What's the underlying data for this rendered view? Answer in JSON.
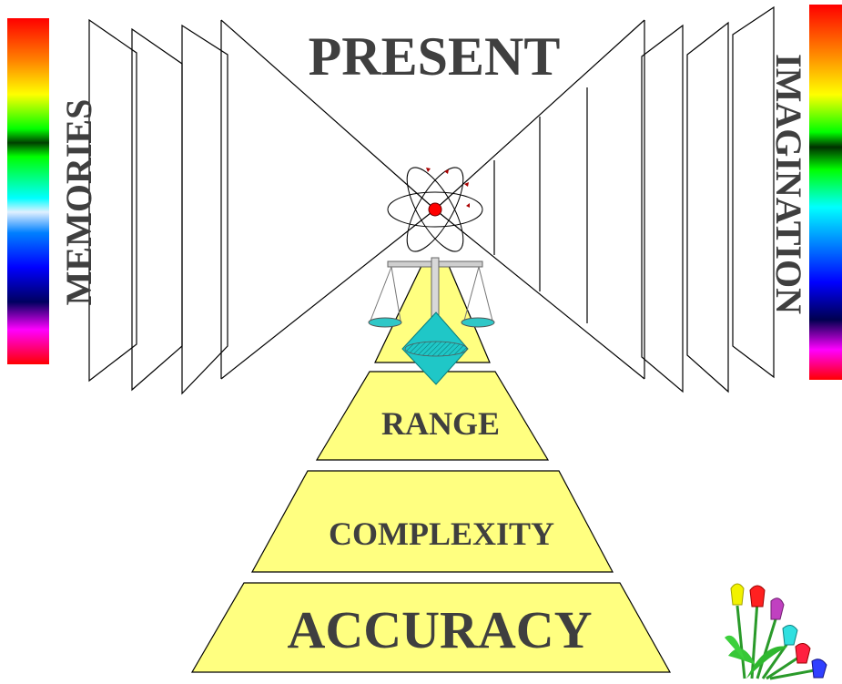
{
  "labels": {
    "present": "PRESENT",
    "memories": "MEMORIES",
    "imagination": "IMAGINATION"
  },
  "pyramid": {
    "range": "RANGE",
    "complexity": "COMPLEXITY",
    "accuracy": "ACCURACY"
  },
  "colors": {
    "pyramid_fill": "#ffff80",
    "text": "#3f3f3f",
    "diamond": "#1fc7c7",
    "nucleus": "#ff0000",
    "spectrum": [
      "#ff0000",
      "#ff8000",
      "#ffff00",
      "#00ff00",
      "#004000",
      "#00ffff",
      "#0080ff",
      "#0000ff",
      "#000080",
      "#ff00ff",
      "#ff0000"
    ]
  },
  "icons": {
    "atom": "atom-icon",
    "scales": "balance-scale-icon",
    "flowers": "tulip-bouquet-icon"
  }
}
